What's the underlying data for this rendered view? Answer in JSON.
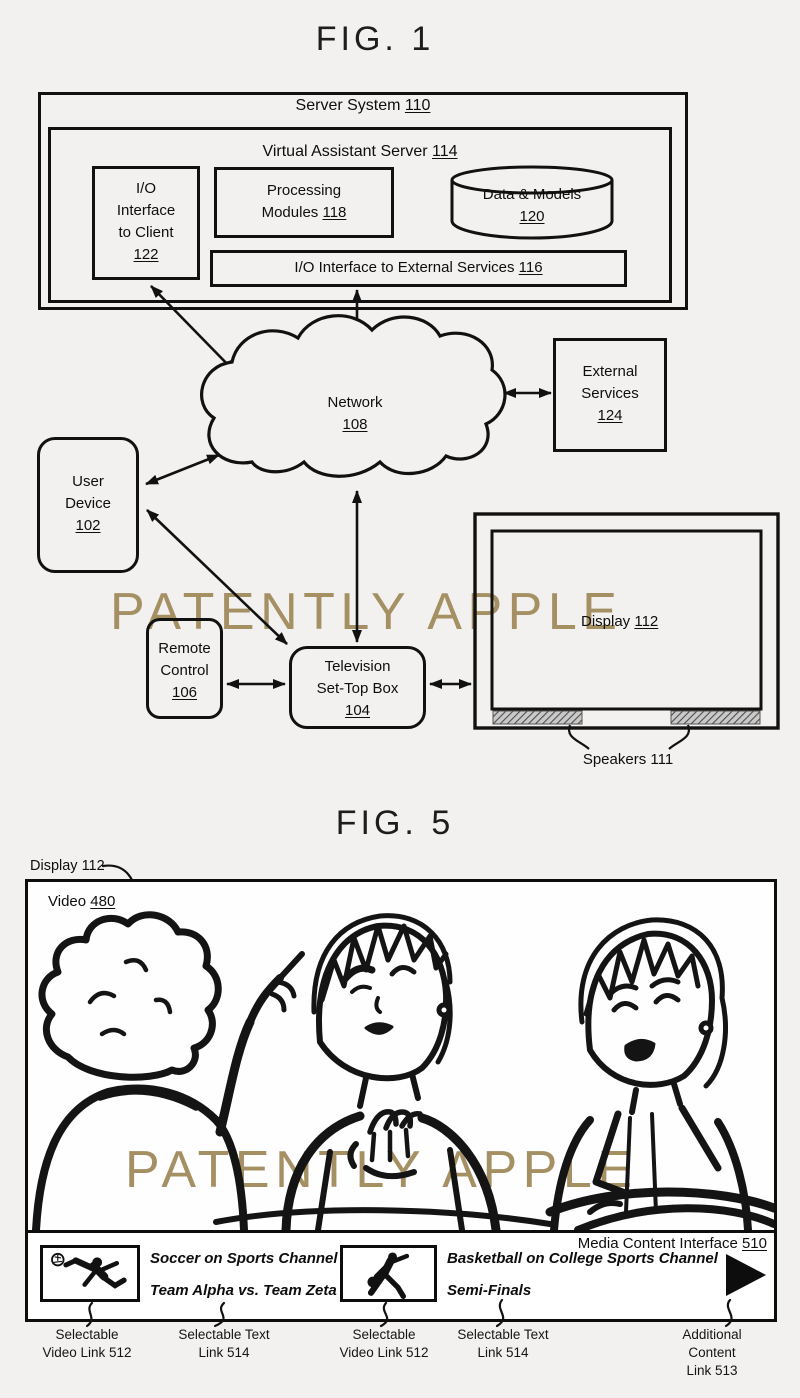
{
  "colors": {
    "ink": "#111111",
    "watermark": "#a59064",
    "background": "#f2f1ef",
    "panel": "#ffffff"
  },
  "icons": {
    "soccer": "soccer-player-icon",
    "basketball": "basketball-player-icon",
    "additional_content": "play-icon",
    "network": "cloud-shape",
    "data_store": "database-cylinder"
  },
  "fig1": {
    "title": "FIG. 1",
    "watermark": "PATENTLY APPLE",
    "server_system": {
      "label": "Server System",
      "ref": "110"
    },
    "vas": {
      "label": "Virtual Assistant Server",
      "ref": "114"
    },
    "io_client": {
      "lines": [
        "I/O",
        "Interface",
        "to Client"
      ],
      "ref": "122"
    },
    "processing": {
      "lines": [
        "Processing",
        "Modules"
      ],
      "ref": "118"
    },
    "data_models": {
      "label": "Data & Models",
      "ref": "120"
    },
    "io_external": {
      "label": "I/O Interface to External Services",
      "ref": "116"
    },
    "network": {
      "label": "Network",
      "ref": "108"
    },
    "external_services": {
      "lines": [
        "External",
        "Services"
      ],
      "ref": "124"
    },
    "user_device": {
      "lines": [
        "User",
        "Device"
      ],
      "ref": "102"
    },
    "remote": {
      "lines": [
        "Remote",
        "Control"
      ],
      "ref": "106"
    },
    "stb": {
      "lines": [
        "Television",
        "Set-Top Box"
      ],
      "ref": "104"
    },
    "display": {
      "label": "Display",
      "ref": "112"
    },
    "speakers": {
      "label": "Speakers 111"
    }
  },
  "fig5": {
    "title": "FIG. 5",
    "display_callout": "Display 112",
    "video_label": {
      "label": "Video",
      "ref": "480"
    },
    "watermark": "PATENTLY APPLE",
    "media_bar": {
      "title": {
        "label": "Media Content Interface",
        "ref": "510"
      },
      "items": [
        {
          "icon": "soccer-player-icon",
          "line1": "Soccer on Sports Channel",
          "line2": "Team Alpha vs. Team Zeta"
        },
        {
          "icon": "basketball-player-icon",
          "line1": "Basketball on College Sports Channel",
          "line2": "Semi-Finals"
        }
      ]
    },
    "captions": [
      {
        "line1": "Selectable",
        "line2": "Video Link 512"
      },
      {
        "line1": "Selectable Text",
        "line2": "Link 514"
      },
      {
        "line1": "Selectable",
        "line2": "Video Link 512"
      },
      {
        "line1": "Selectable Text",
        "line2": "Link 514"
      },
      {
        "line1": "Additional Content",
        "line2": "Link 513"
      }
    ]
  }
}
